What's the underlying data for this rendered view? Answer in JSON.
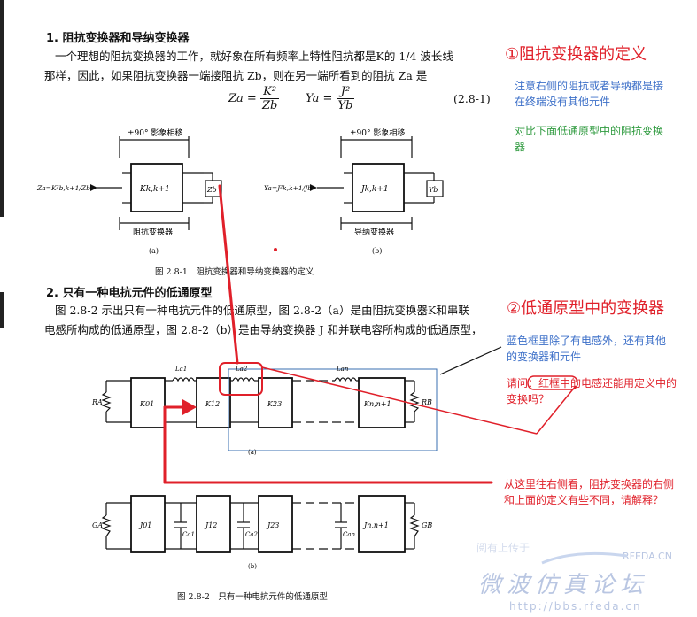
{
  "section1": {
    "heading": "1. 阻抗变换器和导纳变换器",
    "para_line1": "一个理想的阻抗变换器的工作，就好象在所有频率上特性阻抗都是K的 1/4 波长线",
    "para_line2": "那样，因此，如果阻抗变换器一端接阻抗 Zb，则在另一端所看到的阻抗 Za 是",
    "eq_za": "Za =",
    "eq_za_num": "K²",
    "eq_za_den": "Zb",
    "eq_ya": "Ya =",
    "eq_ya_num": "J²",
    "eq_ya_den": "Yb",
    "eq_number": "(2.8-1)"
  },
  "fig1": {
    "phase_left": "±90° 影象相移",
    "phase_right": "±90° 影象相移",
    "left_input": "Za=K²b,k+1/Zb",
    "left_box": "Kk,k+1",
    "left_load": "Zb",
    "left_under": "阻抗变换器",
    "left_sub": "(a)",
    "right_input": "Ya=J²k,k+1/Jb",
    "right_box": "Jk,k+1",
    "right_load": "Yb",
    "right_under": "导纳变换器",
    "right_sub": "(b)",
    "caption": "图 2.8-1　阻抗变换器和导纳变换器的定义"
  },
  "section2": {
    "heading": "2. 只有一种电抗元件的低通原型",
    "para_line1": "图 2.8-2 示出只有一种电抗元件的低通原型，图 2.8-2（a）是由阻抗变换器K和串联",
    "para_line2": "电感所构成的低通原型，图 2.8-2（b）是由导纳变换器 J 和并联电容所构成的低通原型，"
  },
  "fig2a": {
    "ra": "RA",
    "k01": "K01",
    "la1": "La1",
    "k12": "K12",
    "la2": "La2",
    "k23": "K23",
    "lan": "Lan",
    "knn1": "Kn,n+1",
    "rb": "RB",
    "sub": "(a)"
  },
  "fig2b": {
    "ga": "GA",
    "j01": "J01",
    "ca1": "Ca1",
    "j12": "J12",
    "ca2": "Ca2",
    "j23": "J23",
    "can": "Can",
    "jnn1": "Jn,n+1",
    "gb": "GB",
    "sub": "(b)"
  },
  "fig2_caption": "图 2.8-2　只有一种电抗元件的低通原型",
  "annotations": {
    "title1": "①阻抗变换器的定义",
    "note1_blue_line1": "注意右侧的阻抗或者导纳都是接",
    "note1_blue_line2": "在终端没有其他元件",
    "note1_green_line1": "对比下面低通原型中的阻抗变换",
    "note1_green_line2": "器",
    "title2": "②低通原型中的变换器",
    "note2_blue_line1": "蓝色框里除了有电感外，还有其他",
    "note2_blue_line2": "的变换器和元件",
    "note2_red_line1": "请问：红框中的电感还能用定义中的",
    "note2_red_line2": "变换吗？",
    "note3_line1": "从这里往右侧看，阻抗变换器的右侧",
    "note3_line2": "和上面的定义有些不同，请解释？"
  },
  "watermark": {
    "top": "RFEDA.CN",
    "faint": "阅有上传于",
    "main": "微波仿真论坛",
    "url": "http://bbs.rfeda.cn"
  },
  "colors": {
    "red": "#e0202a",
    "blue_box": "#6a8fd0",
    "blue_text": "#3c6fc8",
    "green_text": "#2e9a3e"
  }
}
